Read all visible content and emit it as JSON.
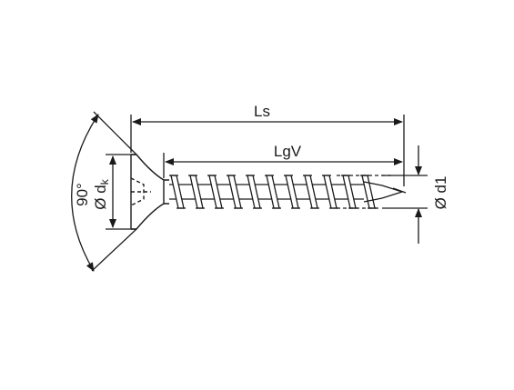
{
  "drawing": {
    "line_color": "#1a1a1a",
    "background": "#ffffff",
    "labels": {
      "overall_length": "Ls",
      "thread_length": "LgV",
      "head_angle": "90°",
      "head_diameter_symbol": "Ø d",
      "head_diameter_subscript": "k",
      "thread_diameter": "Ø d1"
    }
  }
}
